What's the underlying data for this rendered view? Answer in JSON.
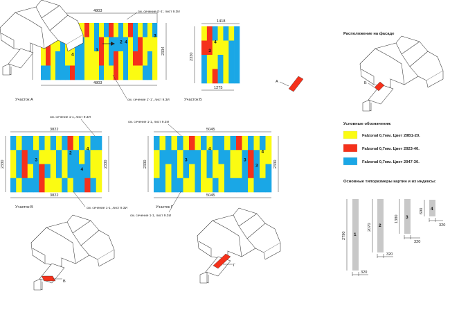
{
  "colors": {
    "yellow": "#fbfb12",
    "red": "#f5311b",
    "blue": "#1aa7e6",
    "gray": "#c8c8c8"
  },
  "sections": {
    "A": {
      "label": "Участок А",
      "width": "4803",
      "height": "2334",
      "note_top": "см. сечение 1'-1', лист 9.3И",
      "note_bottom": "см. сечение 1'-1', лист 9.3И"
    },
    "B": {
      "label": "Участок Б",
      "width_top": "1418",
      "width_bottom": "1275",
      "height": "2330"
    },
    "V": {
      "label": "Участок В",
      "width": "3822",
      "height": "2330",
      "note_top": "см. сечение 1-1, лист 9.3И",
      "note_bottom": "см. сечение 1-1, лист 9.3И"
    },
    "G": {
      "label": "Участок Г",
      "width": "5045",
      "height": "2330",
      "note_top": "см. сечение 1-1, лист 9.3И",
      "note_bottom": "см. сечение 1-1, лист 9.3И"
    }
  },
  "facade_title": "Расположение на фасаде",
  "facade_markers": {
    "a": "А",
    "b": "Б",
    "v": "В",
    "g": "Г"
  },
  "legend": {
    "title": "Условные обозначения:",
    "items": [
      {
        "text": "Falzonal 0,7мм. Цвет 29В1-20.",
        "color": "#fbfb12"
      },
      {
        "text": "Falzonal 0,7мм. Цвет 2923-40.",
        "color": "#f5311b"
      },
      {
        "text": "Falzonal 0,7мм. Цвет 2947-30.",
        "color": "#1aa7e6"
      }
    ]
  },
  "sizes": {
    "title": "Основные типоразмеры картин и их индексы:",
    "items": [
      {
        "index": "1",
        "height": "2790",
        "width": "320"
      },
      {
        "index": "2",
        "height": "2070",
        "width": "320"
      },
      {
        "index": "3",
        "height": "1380",
        "width": "320"
      },
      {
        "index": "4",
        "height": "690",
        "width": "320"
      }
    ]
  }
}
